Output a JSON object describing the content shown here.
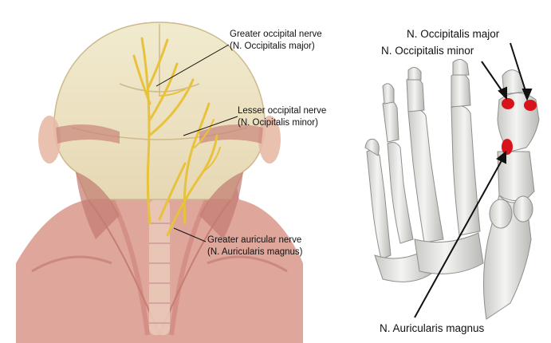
{
  "left_panel": {
    "labels": [
      {
        "line1": "Greater occipital nerve",
        "line2": "(N. Occipitalis major)"
      },
      {
        "line1": "Lesser occipital nerve",
        "line2": "(N. Ocipitalis minor)"
      },
      {
        "line1": "Greater auricular nerve",
        "line2": "(N. Auricularis magnus)"
      }
    ]
  },
  "right_panel": {
    "labels": {
      "major": "N. Occipitalis major",
      "minor": "N. Occipitalis minor",
      "magnus": "N. Auricularis magnus"
    },
    "point_color": "#d7141b"
  },
  "colors": {
    "nerve": "#e8c23a",
    "skull": "#efe6c2",
    "muscle": "#d48a80",
    "bone": "#e4e4e2"
  }
}
